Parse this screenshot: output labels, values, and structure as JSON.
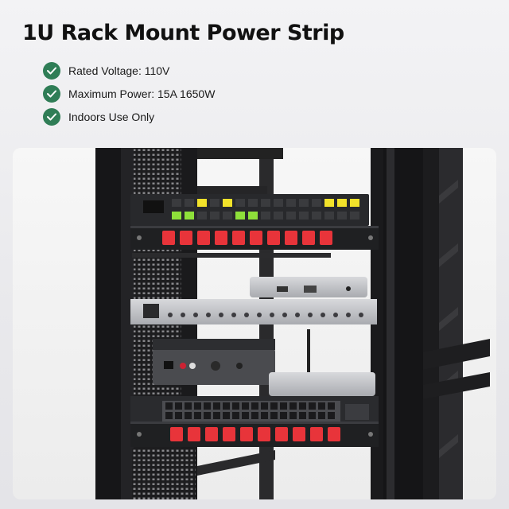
{
  "title": "1U Rack Mount Power Strip",
  "features": [
    {
      "text": "Rated Voltage: 110V",
      "icon": "check-circle-icon"
    },
    {
      "text": "Maximum Power: 15A 1650W",
      "icon": "check-circle-icon"
    },
    {
      "text": "Indoors Use Only",
      "icon": "check-circle-icon"
    }
  ],
  "colors": {
    "check_green": "#2f7d56",
    "rack_black": "#1b1b1d",
    "switch_red": "#e8343a",
    "led_green": "#8ee03a",
    "led_yellow": "#f2e22a"
  }
}
